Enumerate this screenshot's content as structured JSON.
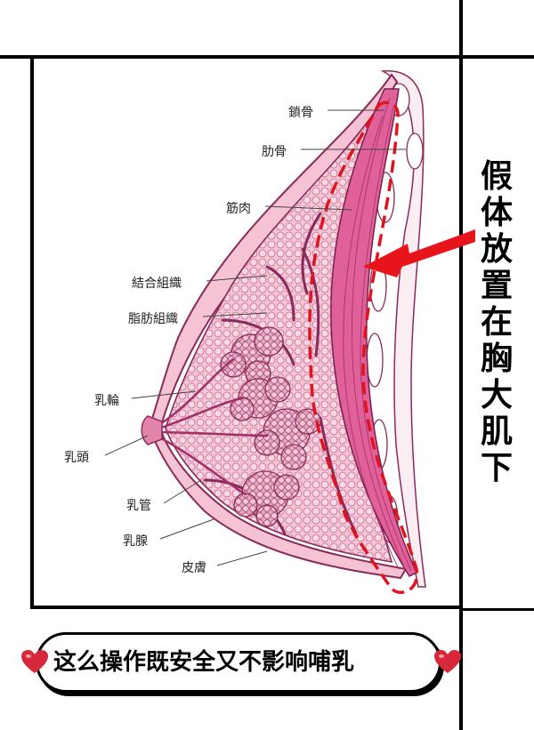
{
  "labels": {
    "clavicle": "鎖骨",
    "rib": "肋骨",
    "muscle": "筋肉",
    "connective_tissue": "結合組織",
    "fat_tissue": "脂肪組織",
    "areola": "乳輪",
    "nipple": "乳頭",
    "duct": "乳管",
    "gland": "乳腺",
    "skin": "皮膚"
  },
  "caption": "假体放置在胸大肌下",
  "banner": "这么操作既安全又不影响哺乳",
  "colors": {
    "tissue_pink": "#f2b8cd",
    "outline": "#8a2a5a",
    "muscle": "#e0609a",
    "dashed": "#e0141e",
    "arrow": "#e8141c",
    "heart": "#d6283a"
  }
}
